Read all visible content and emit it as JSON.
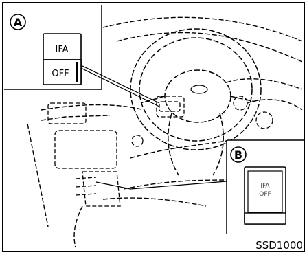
{
  "callouts": {
    "a": "A",
    "b": "B"
  },
  "indicator_a": {
    "top_label": "IFA",
    "bottom_label": "OFF"
  },
  "indicator_b": {
    "top_label": "IFA",
    "bottom_label": "OFF"
  },
  "figure_code": "SSD1000"
}
